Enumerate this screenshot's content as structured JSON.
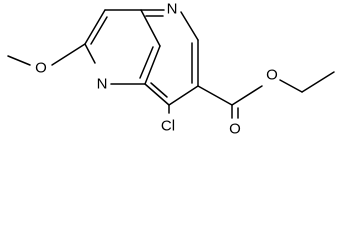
{
  "molecule": {
    "atoms": {
      "n_top": "N",
      "n_bottom": "N",
      "o_methoxy": "O",
      "cl": "Cl",
      "o_carbonyl": "O",
      "o_ester": "O"
    }
  },
  "colors": {
    "bond": "#000000",
    "label": "#000000",
    "background": "#ffffff"
  }
}
